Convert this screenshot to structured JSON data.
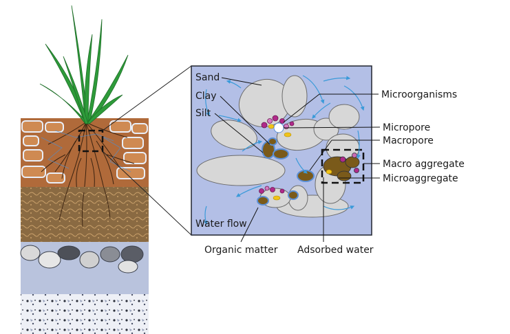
{
  "labels": {
    "sand": "Sand",
    "clay": "Clay",
    "silt": "Silt",
    "water_flow": "Water flow",
    "microorganisms": "Microorganisms",
    "micropore": "Micropore",
    "macropore": "Macropore",
    "macro_aggregate": "Macro aggregate",
    "microaggregate": "Microaggregate",
    "organic_matter": "Organic matter",
    "adsorbed_water": "Adsorbed water"
  },
  "colors": {
    "topsoil": "#b06a3a",
    "subsoil": "#8a6a42",
    "gravel_band": "#b9c3dd",
    "bedrock": "#eef0f6",
    "zoom_background": "#b3bfe6",
    "sand_grain": "#d7d7d7",
    "clay_silt": "#7a5a1a",
    "microorganism": "#b02a8a",
    "adsorbed_water": "#5b8fd6",
    "water_arrow": "#3a9ad9",
    "plant_leaf": "#2e9b3a"
  }
}
